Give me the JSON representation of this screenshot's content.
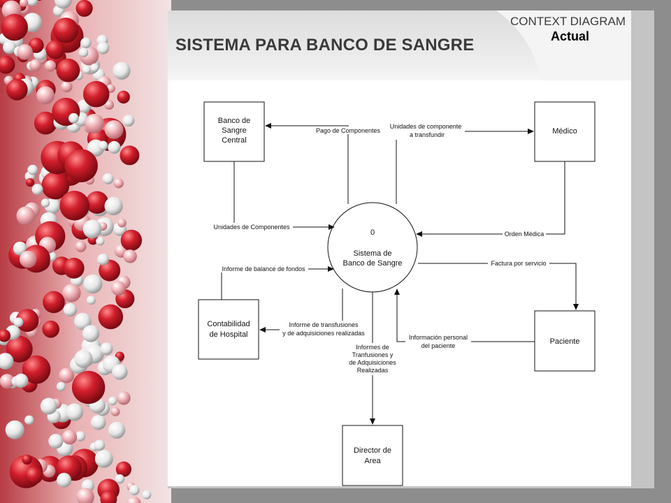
{
  "header": {
    "title": "SISTEMA PARA BANCO DE SANGRE",
    "diagram_type": "CONTEXT DIAGRAM",
    "subtitle": "Actual"
  },
  "process": {
    "number": "0",
    "line1": "Sistema de",
    "line2": "Banco de Sangre"
  },
  "entities": {
    "banco": [
      "Banco de",
      "Sangre",
      "Central"
    ],
    "medico": [
      "Médico"
    ],
    "contabilidad": [
      "Contabilidad",
      "de Hospital"
    ],
    "paciente": [
      "Paciente"
    ],
    "director": [
      "Director de",
      "Area"
    ]
  },
  "flows": {
    "pago": [
      "Pago de Componentes"
    ],
    "unidades_transfundir": [
      "Unidades de componente",
      "a transfundir"
    ],
    "unidades_componentes": [
      "Unidades de Componentes"
    ],
    "orden_medica": [
      "Orden Médica"
    ],
    "informe_balance": [
      "Informe de balance de fondos"
    ],
    "factura": [
      "Factura por servicio"
    ],
    "informe_transfusiones": [
      "Informe de transfusiones",
      "y de adquisiciones realizadas"
    ],
    "informacion_personal": [
      "Información personal",
      "del paciente"
    ],
    "informes_director": [
      "Informes de",
      "Tranfusiones y",
      "de Adquisiciones",
      "Realizadas"
    ]
  },
  "colors": {
    "background": "#8a8a8a",
    "bead_red": "#c0182a",
    "bead_pink": "#e8a0a6",
    "bead_white": "#eeeeee",
    "panel": "#ffffff",
    "line": "#111111"
  }
}
